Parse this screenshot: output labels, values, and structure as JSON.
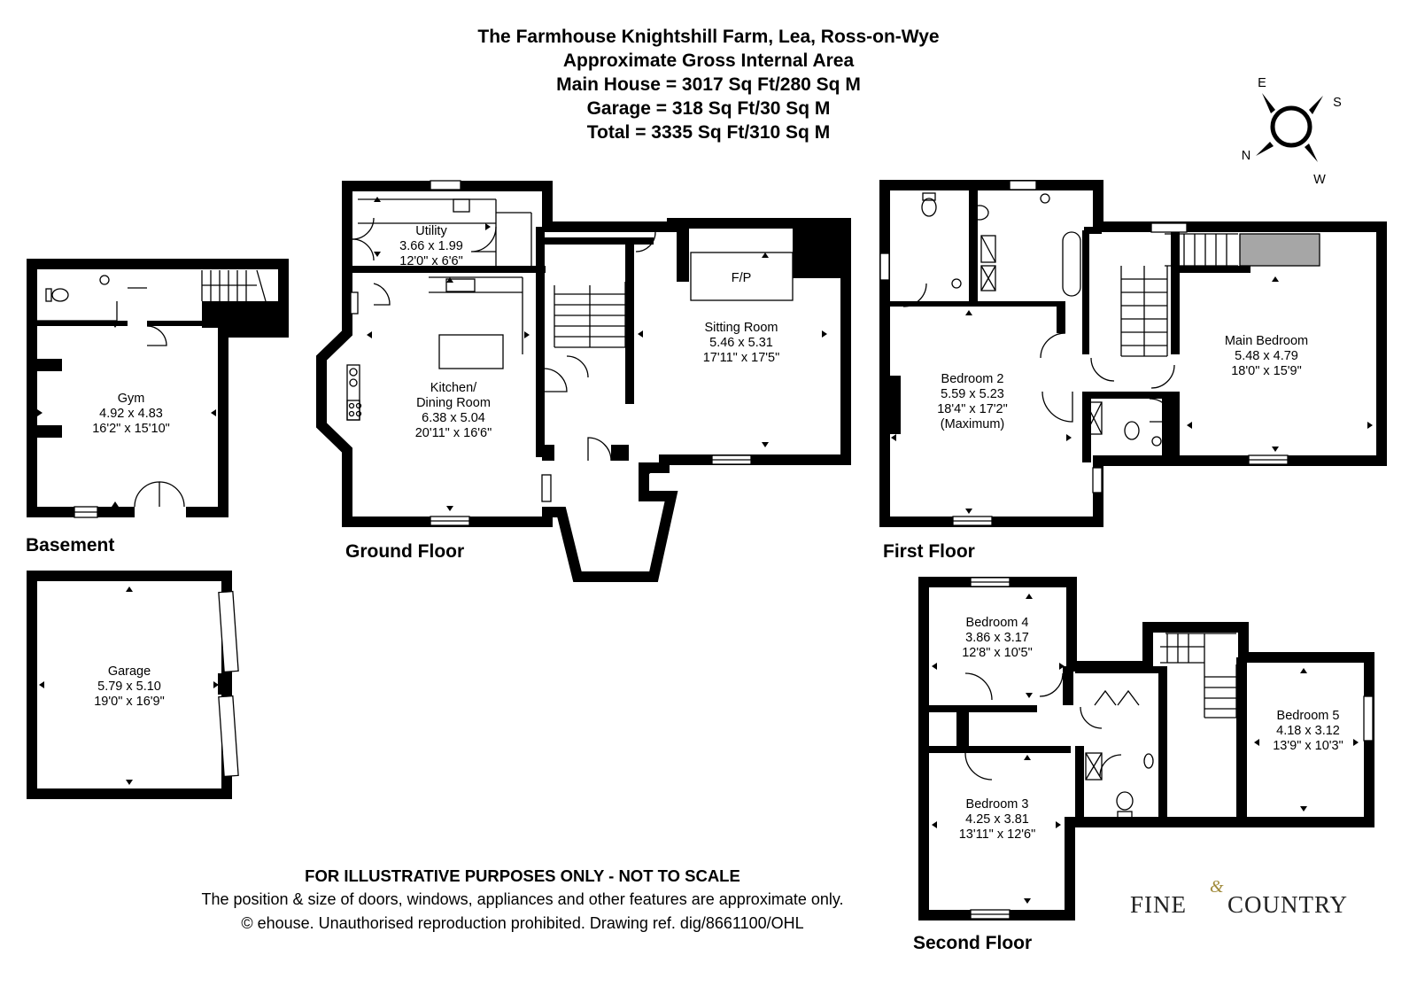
{
  "header": {
    "title": "The Farmhouse Knightshill Farm, Lea, Ross-on-Wye",
    "subtitle": "Approximate Gross Internal Area",
    "main_house": "Main House = 3017 Sq Ft/280 Sq M",
    "garage": "Garage = 318 Sq Ft/30 Sq M",
    "total": "Total = 3335 Sq Ft/310 Sq M"
  },
  "compass": {
    "e": "E",
    "s": "S",
    "n": "N",
    "w": "W"
  },
  "floors": {
    "basement": "Basement",
    "ground": "Ground Floor",
    "first": "First Floor",
    "second": "Second Floor"
  },
  "rooms": {
    "gym": {
      "name": "Gym",
      "metric": "4.92 x 4.83",
      "imperial": "16'2\" x 15'10\""
    },
    "garage": {
      "name": "Garage",
      "metric": "5.79 x 5.10",
      "imperial": "19'0\" x 16'9\""
    },
    "utility": {
      "name": "Utility",
      "metric": "3.66 x 1.99",
      "imperial": "12'0\" x 6'6\""
    },
    "kitchen": {
      "name1": "Kitchen/",
      "name2": "Dining Room",
      "metric": "6.38 x 5.04",
      "imperial": "20'11\" x 16'6\""
    },
    "fireplace": {
      "name": "F/P"
    },
    "sitting": {
      "name": "Sitting Room",
      "metric": "5.46 x 5.31",
      "imperial": "17'11\" x 17'5\""
    },
    "bedroom2": {
      "name": "Bedroom 2",
      "metric": "5.59 x 5.23",
      "imperial": "18'4\" x 17'2\"",
      "note": "(Maximum)"
    },
    "main_bedroom": {
      "name": "Main Bedroom",
      "metric": "5.48 x 4.79",
      "imperial": "18'0\" x 15'9\""
    },
    "bedroom4": {
      "name": "Bedroom 4",
      "metric": "3.86 x 3.17",
      "imperial": "12'8\" x 10'5\""
    },
    "bedroom3": {
      "name": "Bedroom 3",
      "metric": "4.25 x 3.81",
      "imperial": "13'11\" x 12'6\""
    },
    "bedroom5": {
      "name": "Bedroom 5",
      "metric": "4.18 x 3.12",
      "imperial": "13'9\" x 10'3\""
    }
  },
  "footer": {
    "line1": "FOR ILLUSTRATIVE PURPOSES ONLY - NOT TO SCALE",
    "line2": "The position & size of doors, windows, appliances and other features are approximate only.",
    "line3": "© ehouse. Unauthorised reproduction prohibited. Drawing ref. dig/8661100/OHL"
  },
  "brand": {
    "part1": "FINE",
    "amp": "&",
    "part2": "COUNTRY"
  }
}
